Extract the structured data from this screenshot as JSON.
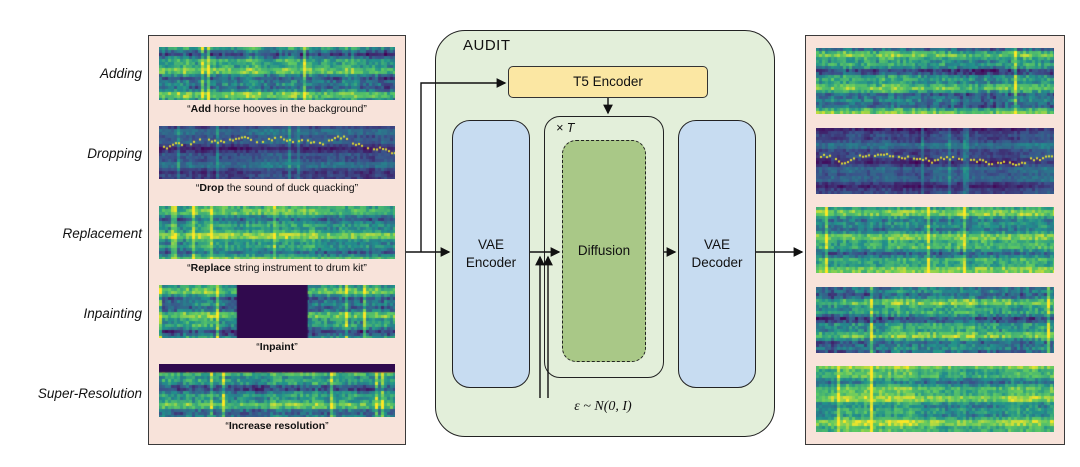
{
  "audit": {
    "title": "AUDIT",
    "t5_encoder": "T5 Encoder",
    "vae_encoder": "VAE Encoder",
    "diffusion": "Diffusion",
    "vae_decoder": "VAE Decoder",
    "timestep_label": "× T",
    "noise_label": "ε ~ N(0, I)"
  },
  "quotes": {
    "open": "“",
    "close": "”"
  },
  "tasks": [
    {
      "label": "Adding",
      "caption_bold": "Add",
      "caption_rest": " horse hooves in the background",
      "variant": "default"
    },
    {
      "label": "Dropping",
      "caption_bold": "Drop",
      "caption_rest": " the sound of duck quacking",
      "variant": "sparse"
    },
    {
      "label": "Replacement",
      "caption_bold": "Replace",
      "caption_rest": " string instrument to drum kit",
      "variant": "dense"
    },
    {
      "label": "Inpainting",
      "caption_bold": "Inpaint",
      "caption_rest": "",
      "variant": "inpaint"
    },
    {
      "label": "Super-Resolution",
      "caption_bold": "Increase resolution",
      "caption_rest": "",
      "variant": "superres"
    }
  ],
  "outputs": [
    {
      "variant": "default"
    },
    {
      "variant": "sparse"
    },
    {
      "variant": "dense"
    },
    {
      "variant": "default"
    },
    {
      "variant": "bright"
    }
  ],
  "colors": {
    "panel_bg": "#f8e3da",
    "audit_bg": "#e3efda",
    "t5_bg": "#fbe7a3",
    "vae_bg": "#c7dcf1",
    "diffusion_bg": "#a9c887"
  }
}
